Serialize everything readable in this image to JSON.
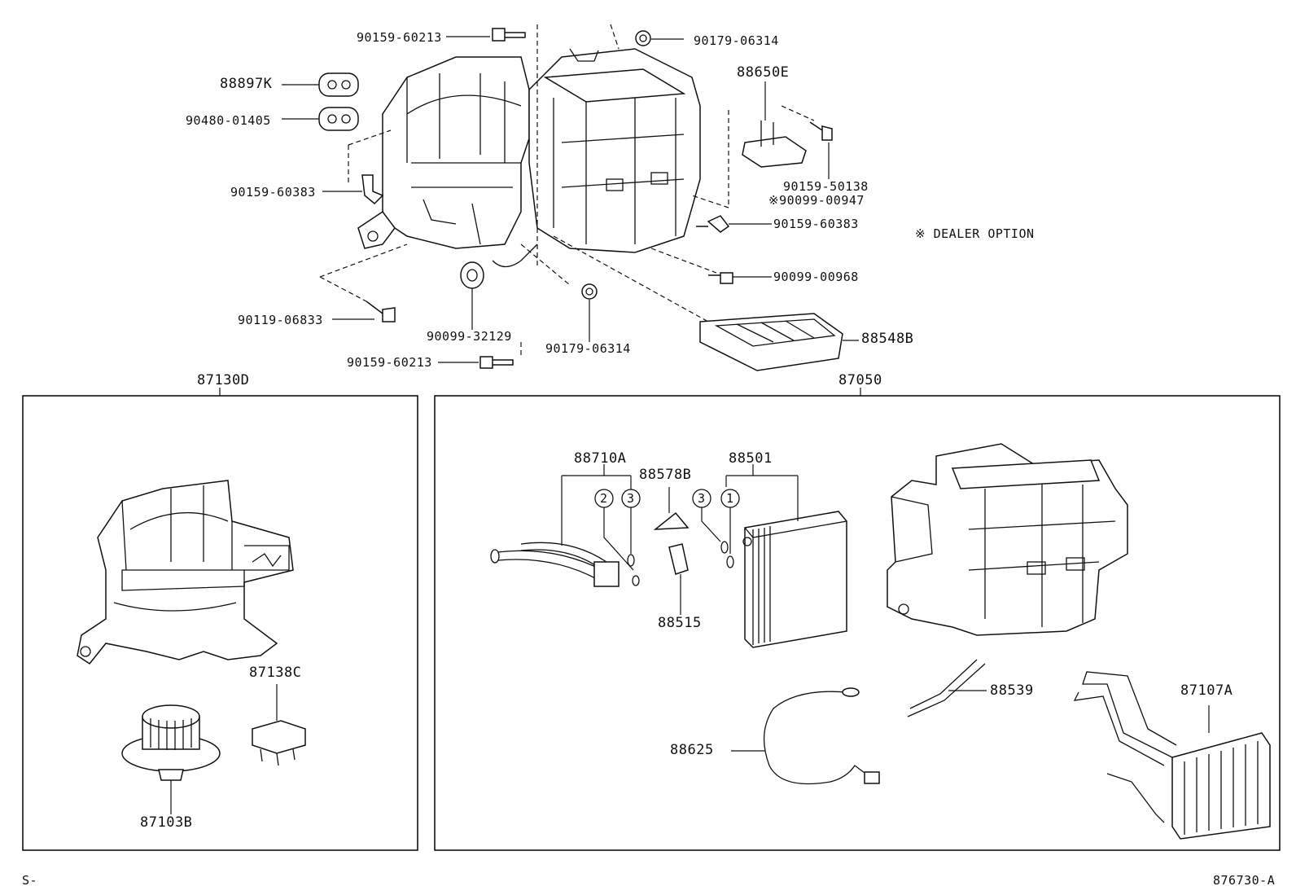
{
  "diagram": {
    "parts": {
      "p1": "90159-60213",
      "p2": "90179-06314",
      "p3": "88897K",
      "p4": "90480-01405",
      "p5": "88650E",
      "p6": "90159-60383",
      "p7": "90159-50138",
      "p8": "※90099-00947",
      "p9": "90159-60383",
      "p10": "90099-00968",
      "p11": "90119-06833",
      "p12": "90099-32129",
      "p13": "90179-06314",
      "p14": "88548B",
      "p15": "90159-60213",
      "p16": "87130D",
      "p17": "87050",
      "p18": "88710A",
      "p19": "88578B",
      "p20": "88501",
      "p21": "88515",
      "p22": "87138C",
      "p23": "87103B",
      "p24": "88539",
      "p25": "87107A",
      "p26": "88625"
    },
    "dealer_option": "※ DEALER OPTION",
    "circles": {
      "c1": "2",
      "c2": "3",
      "c3": "3",
      "c4": "1"
    },
    "footer": {
      "left": "S-",
      "right": "876730-A"
    }
  }
}
